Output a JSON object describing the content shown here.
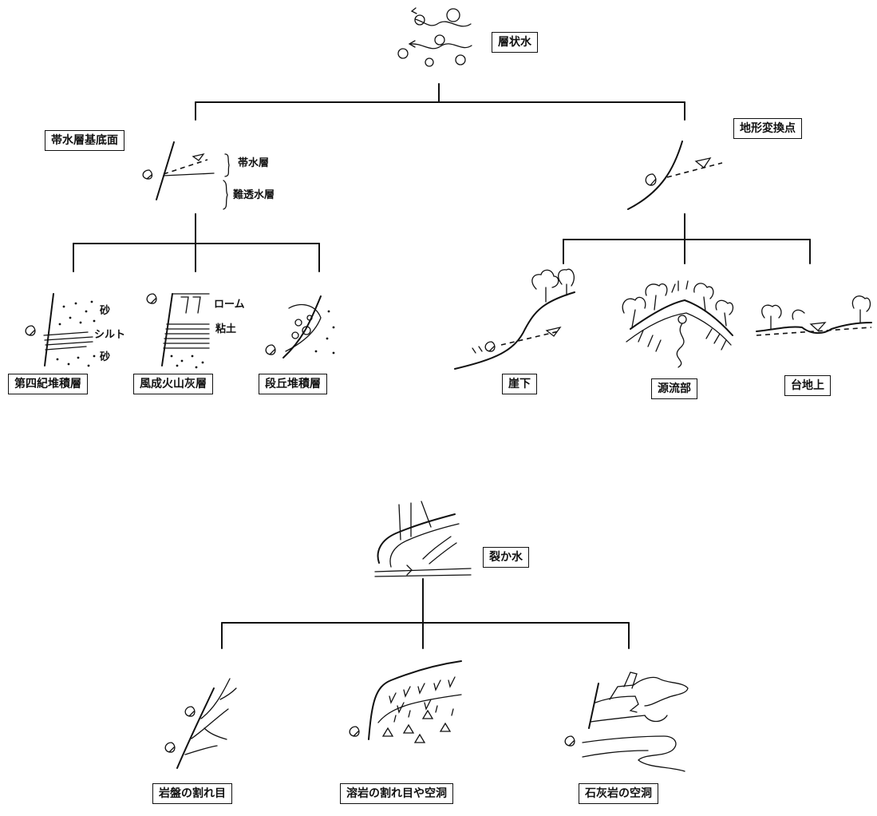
{
  "top": {
    "root": "層状水",
    "aquifer_base": "帯水層基底面",
    "aquifer_label": "帯水層",
    "aquitard_label": "難透水層",
    "landform_change": "地形変換点",
    "quaternary": "第四紀堆積層",
    "quaternary_sand_top": "砂",
    "quaternary_silt": "シルト",
    "quaternary_sand_bottom": "砂",
    "volcanic_ash": "風成火山灰層",
    "loam": "ローム",
    "clay": "粘土",
    "terrace": "段丘堆積層",
    "cliff_base": "崖下",
    "headwater": "源流部",
    "plateau": "台地上"
  },
  "bottom": {
    "root": "裂か水",
    "bedrock_fissure": "岩盤の割れ目",
    "lava_fissure": "溶岩の割れ目や空洞",
    "limestone_cave": "石灰岩の空洞"
  }
}
